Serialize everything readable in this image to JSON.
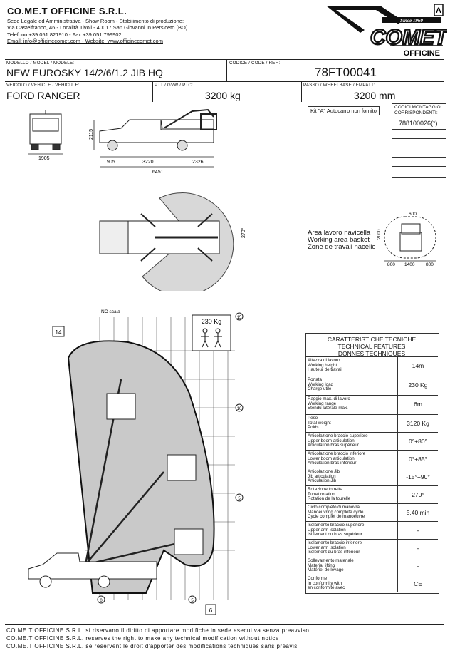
{
  "company": {
    "name": "CO.ME.T OFFICINE S.R.L.",
    "lines": [
      "Sede Legale ed Amministrativa - Show Room - Stabilimento di produzione:",
      "Via Castelfranco, 46 - Località Tivoli - 40017 San Giovanni In Persiceto (BO)",
      "Telefono +39.051.821910 - Fax +39.051.799902",
      "Email: info@officinecomet.com - Website: www.officinecomet.com"
    ]
  },
  "logo": {
    "since": "Since 1960",
    "brand": "COMET",
    "sub": "OFFICINE",
    "letter": "A"
  },
  "fields": {
    "model_label": "MODELLO / MODEL / MODELE:",
    "model_value": "NEW EUROSKY 14/2/6/1.2 JIB HQ",
    "code_label": "CODICE / CODE / REF.:",
    "code_value": "78FT00041",
    "vehicle_label": "VEICOLO / VEHICLE / VEHICULE:",
    "vehicle_value": "FORD RANGER",
    "ptt_label": "PTT / GVW / PTC:",
    "ptt_value": "3200 kg",
    "wheelbase_label": "PASSO / WHEELBASE / EMPATT:",
    "wheelbase_value": "3200 mm"
  },
  "kit_note": "Kit \"A\" Autocarro non fornito",
  "mount_codes": {
    "header": [
      "CODICI MONTAGGIO",
      "CORRISPONDENTI:"
    ],
    "value": "788100026(*)"
  },
  "dimensions": {
    "height": "2115",
    "rear_width": "1905",
    "d1": "905",
    "d2": "3220",
    "d3": "2326",
    "total": "6451",
    "rotation": "270°",
    "basket_w": "600",
    "basket_h": "2000",
    "basket_b1": "800",
    "basket_b2": "1400",
    "basket_b3": "800"
  },
  "working_area_label": [
    "Area lavoro navicella",
    "Working area basket",
    "Zone de travail nacelle"
  ],
  "diagram": {
    "scale_note": "NO scala",
    "load": "230 Kg",
    "marks": [
      "15",
      "10",
      "5",
      "0",
      "5",
      "14",
      "6"
    ]
  },
  "features": {
    "title": [
      "CARATTERISTICHE TECNICHE",
      "TECHNICAL FEATURES",
      "DONNES TECHNIQUES"
    ],
    "rows": [
      {
        "label": [
          "Altezza di lavoro",
          "Working height",
          "Hauteur de travail"
        ],
        "value": "14m"
      },
      {
        "label": [
          "Portata",
          "Working load",
          "Charge utile"
        ],
        "value": "230 Kg"
      },
      {
        "label": [
          "Raggio max. di lavoro",
          "Working range",
          "Etendu latérale max."
        ],
        "value": "6m"
      },
      {
        "label": [
          "Peso",
          "Total weight",
          "Poids"
        ],
        "value": "3120 Kg"
      },
      {
        "label": [
          "Articolazione braccio superiore",
          "Upper boom articulation",
          "Articulation bras supérieur"
        ],
        "value": "0°+80°"
      },
      {
        "label": [
          "Articolazione braccio inferiore",
          "Lower boom articulation",
          "Articulation bras inférieur"
        ],
        "value": "0°+85°"
      },
      {
        "label": [
          "Articolazione Jib",
          "Jib articulation",
          "Articulation Jib"
        ],
        "value": "-15°+90°"
      },
      {
        "label": [
          "Rotazione torretta",
          "Turret rotation",
          "Rotation de la tourelle"
        ],
        "value": "270°"
      },
      {
        "label": [
          "Ciclo completo di manovra",
          "Manoeuvring complete cycle",
          "Cycle complet de manoeuvre"
        ],
        "value": "5.40 min"
      },
      {
        "label": [
          "Isolamento braccio superiore",
          "Upper arm isolation",
          "Isolement du bras supérieur"
        ],
        "value": "-"
      },
      {
        "label": [
          "Isolamento braccio inferiore",
          "Lower arm isolation",
          "Isolement du bras inférieur"
        ],
        "value": "-"
      },
      {
        "label": [
          "Sollevamento materiale",
          "Material lifting",
          "Matériel de levage"
        ],
        "value": "-"
      },
      {
        "label": [
          "Conforme",
          "In conformity with",
          "en conformité avec"
        ],
        "value": "CE"
      }
    ]
  },
  "footer": [
    "CO.ME.T OFFICINE S.R.L. si riservano il diritto di apportare modifiche in sede esecutiva senza preavviso",
    "CO.ME.T OFFICINE S.R.L. reserves the right to make any technical modification without notice",
    "CO.ME.T OFFICINE S.R.L. se réservent le droit d'apporter des modifications techniques sans préavis"
  ]
}
